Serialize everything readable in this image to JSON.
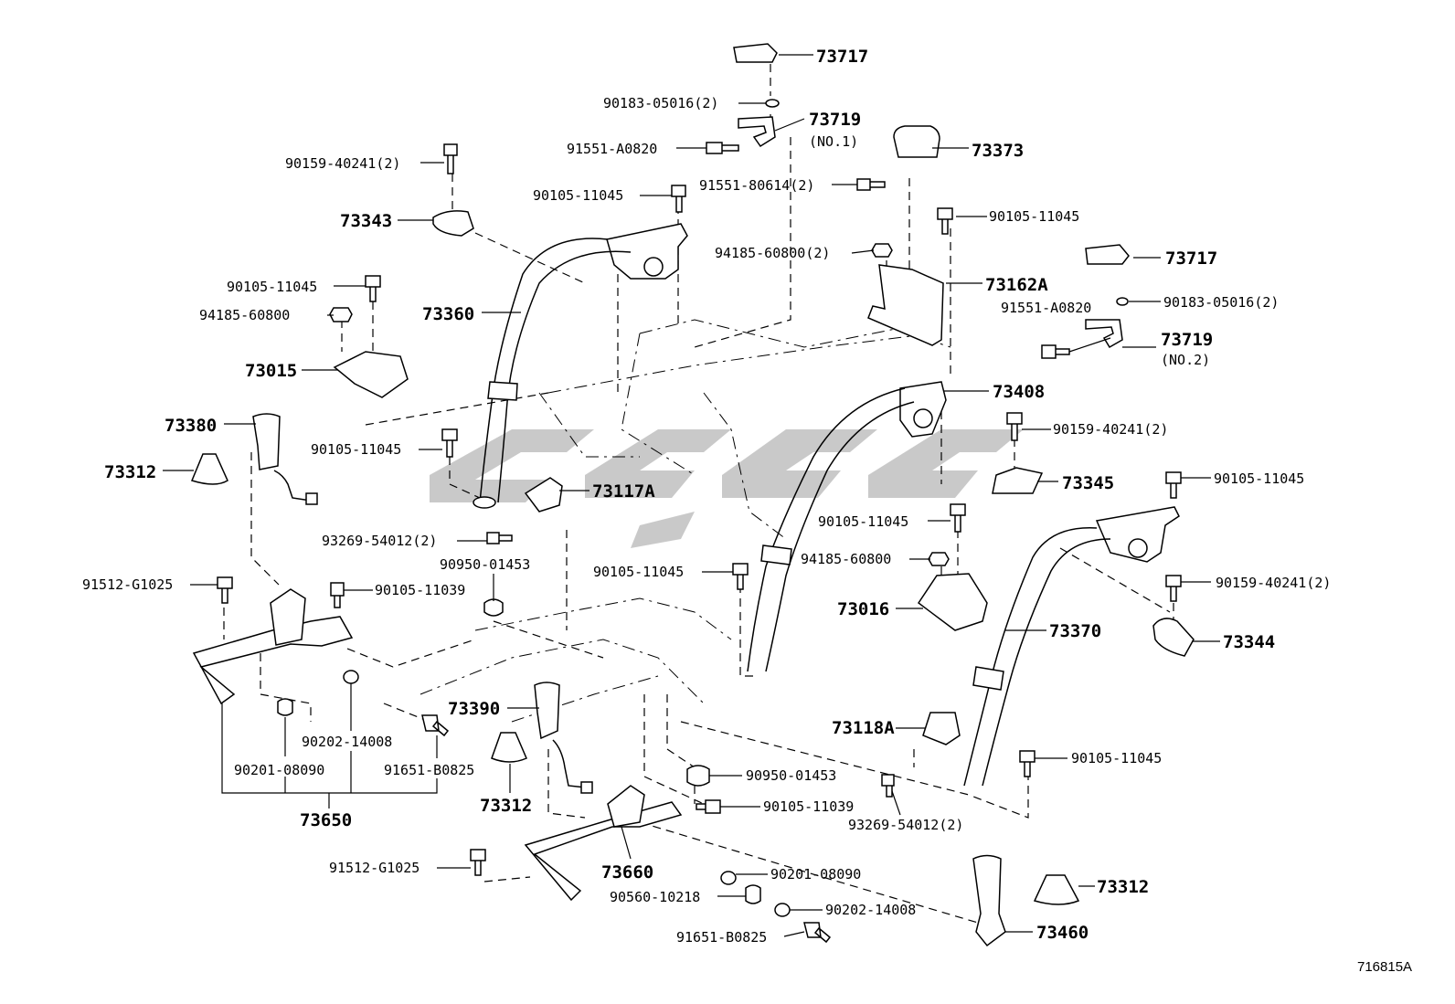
{
  "diagram": {
    "ref_code": "716815A",
    "labels": [
      {
        "id": "l1",
        "text": "73717"
      },
      {
        "id": "l2",
        "text": "90183-05016(2)"
      },
      {
        "id": "l3",
        "text": "73719"
      },
      {
        "id": "l4",
        "text": "(NO.1)"
      },
      {
        "id": "l5",
        "text": "91551-A0820"
      },
      {
        "id": "l6",
        "text": "73373"
      },
      {
        "id": "l7",
        "text": "90159-40241(2)"
      },
      {
        "id": "l8",
        "text": "90105-11045"
      },
      {
        "id": "l9",
        "text": "91551-80614(2)"
      },
      {
        "id": "l10",
        "text": "73343"
      },
      {
        "id": "l11",
        "text": "90105-11045"
      },
      {
        "id": "l12",
        "text": "94185-60800(2)"
      },
      {
        "id": "l13",
        "text": "73717"
      },
      {
        "id": "l14",
        "text": "73162A"
      },
      {
        "id": "l15",
        "text": "90105-11045"
      },
      {
        "id": "l16",
        "text": "94185-60800"
      },
      {
        "id": "l17",
        "text": "73360"
      },
      {
        "id": "l18",
        "text": "91551-A0820"
      },
      {
        "id": "l19",
        "text": "90183-05016(2)"
      },
      {
        "id": "l20",
        "text": "73719"
      },
      {
        "id": "l21",
        "text": "(NO.2)"
      },
      {
        "id": "l22",
        "text": "73015"
      },
      {
        "id": "l23",
        "text": "73408"
      },
      {
        "id": "l24",
        "text": "73380"
      },
      {
        "id": "l25",
        "text": "90159-40241(2)"
      },
      {
        "id": "l26",
        "text": "90105-11045"
      },
      {
        "id": "l27",
        "text": "73312"
      },
      {
        "id": "l28",
        "text": "73117A"
      },
      {
        "id": "l29",
        "text": "73345"
      },
      {
        "id": "l30",
        "text": "90105-11045"
      },
      {
        "id": "l31",
        "text": "93269-54012(2)"
      },
      {
        "id": "l32",
        "text": "90105-11045"
      },
      {
        "id": "l33",
        "text": "90950-01453"
      },
      {
        "id": "l34",
        "text": "94185-60800"
      },
      {
        "id": "l35",
        "text": "91512-G1025"
      },
      {
        "id": "l36",
        "text": "90105-11045"
      },
      {
        "id": "l37",
        "text": "90159-40241(2)"
      },
      {
        "id": "l38",
        "text": "90105-11039"
      },
      {
        "id": "l39",
        "text": "73016"
      },
      {
        "id": "l40",
        "text": "73370"
      },
      {
        "id": "l41",
        "text": "73344"
      },
      {
        "id": "l42",
        "text": "73390"
      },
      {
        "id": "l43",
        "text": "90202-14008"
      },
      {
        "id": "l44",
        "text": "73118A"
      },
      {
        "id": "l45",
        "text": "90105-11045"
      },
      {
        "id": "l46",
        "text": "90201-08090"
      },
      {
        "id": "l47",
        "text": "91651-B0825"
      },
      {
        "id": "l48",
        "text": "90950-01453"
      },
      {
        "id": "l49",
        "text": "73312"
      },
      {
        "id": "l50",
        "text": "90105-11039"
      },
      {
        "id": "l51",
        "text": "73650"
      },
      {
        "id": "l52",
        "text": "93269-54012(2)"
      },
      {
        "id": "l53",
        "text": "73660"
      },
      {
        "id": "l54",
        "text": "91512-G1025"
      },
      {
        "id": "l55",
        "text": "90201-08090"
      },
      {
        "id": "l56",
        "text": "73312"
      },
      {
        "id": "l57",
        "text": "90560-10218"
      },
      {
        "id": "l58",
        "text": "90202-14008"
      },
      {
        "id": "l59",
        "text": "91651-B0825"
      },
      {
        "id": "l60",
        "text": "73460"
      }
    ]
  }
}
